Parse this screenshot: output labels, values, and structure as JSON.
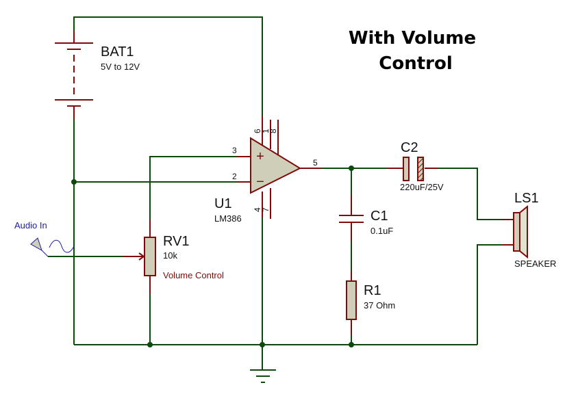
{
  "title": {
    "line1": "With Volume",
    "line2": "Control"
  },
  "components": {
    "battery": {
      "ref": "BAT1",
      "value": "5V to 12V"
    },
    "amp": {
      "ref": "U1",
      "value": "LM386",
      "pins": {
        "p3": "3",
        "p2": "2",
        "p5": "5",
        "p6": "6",
        "p1": "1",
        "p8": "8",
        "p4": "4",
        "p7": "7"
      },
      "plus": "+",
      "minus": "−"
    },
    "pot": {
      "ref": "RV1",
      "value": "10k",
      "note": "Volume Control"
    },
    "c2": {
      "ref": "C2",
      "value": "220uF/25V"
    },
    "c1": {
      "ref": "C1",
      "value": "0.1uF"
    },
    "r1": {
      "ref": "R1",
      "value": "37 Ohm"
    },
    "speaker": {
      "ref": "LS1",
      "value": "SPEAKER"
    },
    "input": {
      "label": "Audio In"
    }
  },
  "colors": {
    "wire": "#0b4a0b",
    "component": "#7f0a0a",
    "body_fill": "#cfcfb9",
    "input_label": "#1a1aa8",
    "note": "#7f0a0a"
  }
}
